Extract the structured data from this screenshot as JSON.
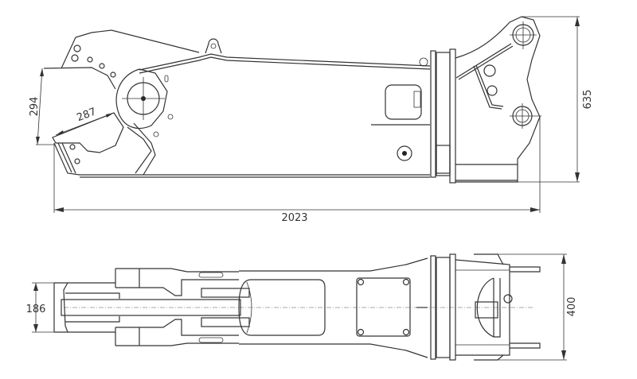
{
  "title": "Hydraulic demolition shear dimension drawing",
  "side_view": {
    "dimensions": {
      "jaw_opening": "294",
      "jaw_length": "287",
      "overall_length": "2023",
      "overall_height": "635"
    }
  },
  "top_view": {
    "dimensions": {
      "jaw_width": "186",
      "overall_width": "400"
    }
  },
  "colors": {
    "line": "#333333",
    "background": "#ffffff"
  }
}
